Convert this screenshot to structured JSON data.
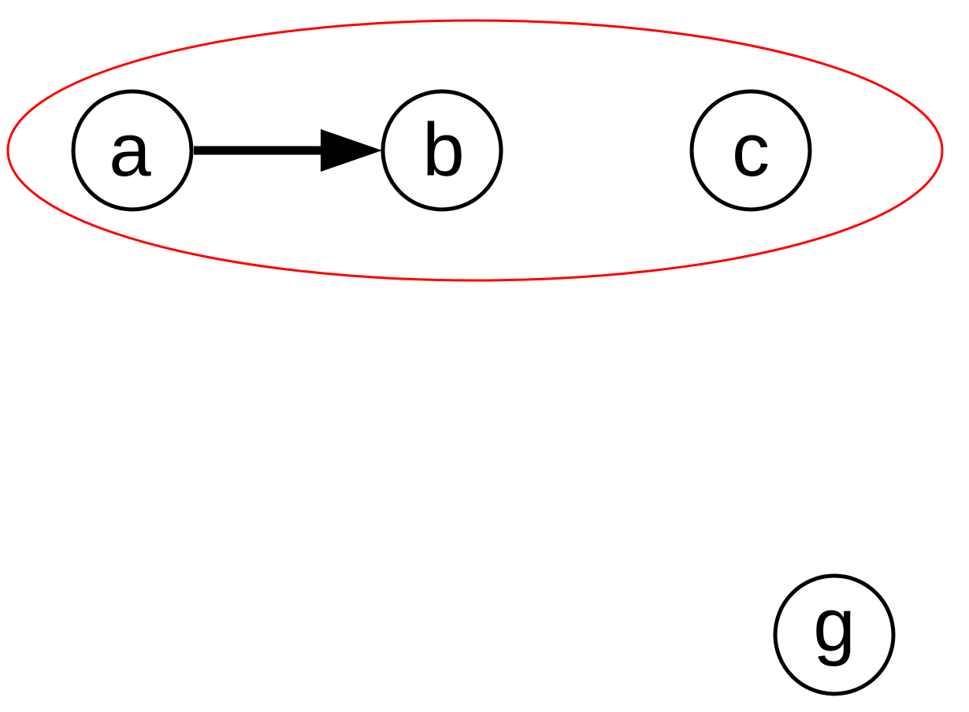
{
  "diagram": {
    "nodes": [
      {
        "id": "a",
        "label": "a"
      },
      {
        "id": "b",
        "label": "b"
      },
      {
        "id": "c",
        "label": "c"
      },
      {
        "id": "g",
        "label": "g"
      }
    ],
    "edges": [
      {
        "from": "a",
        "to": "b",
        "directed": true
      }
    ],
    "groups": [
      {
        "members": [
          "a",
          "b",
          "c"
        ],
        "shape": "ellipse",
        "color": "#ff0000"
      }
    ],
    "node_stroke_color": "#000000",
    "edge_color": "#000000"
  }
}
